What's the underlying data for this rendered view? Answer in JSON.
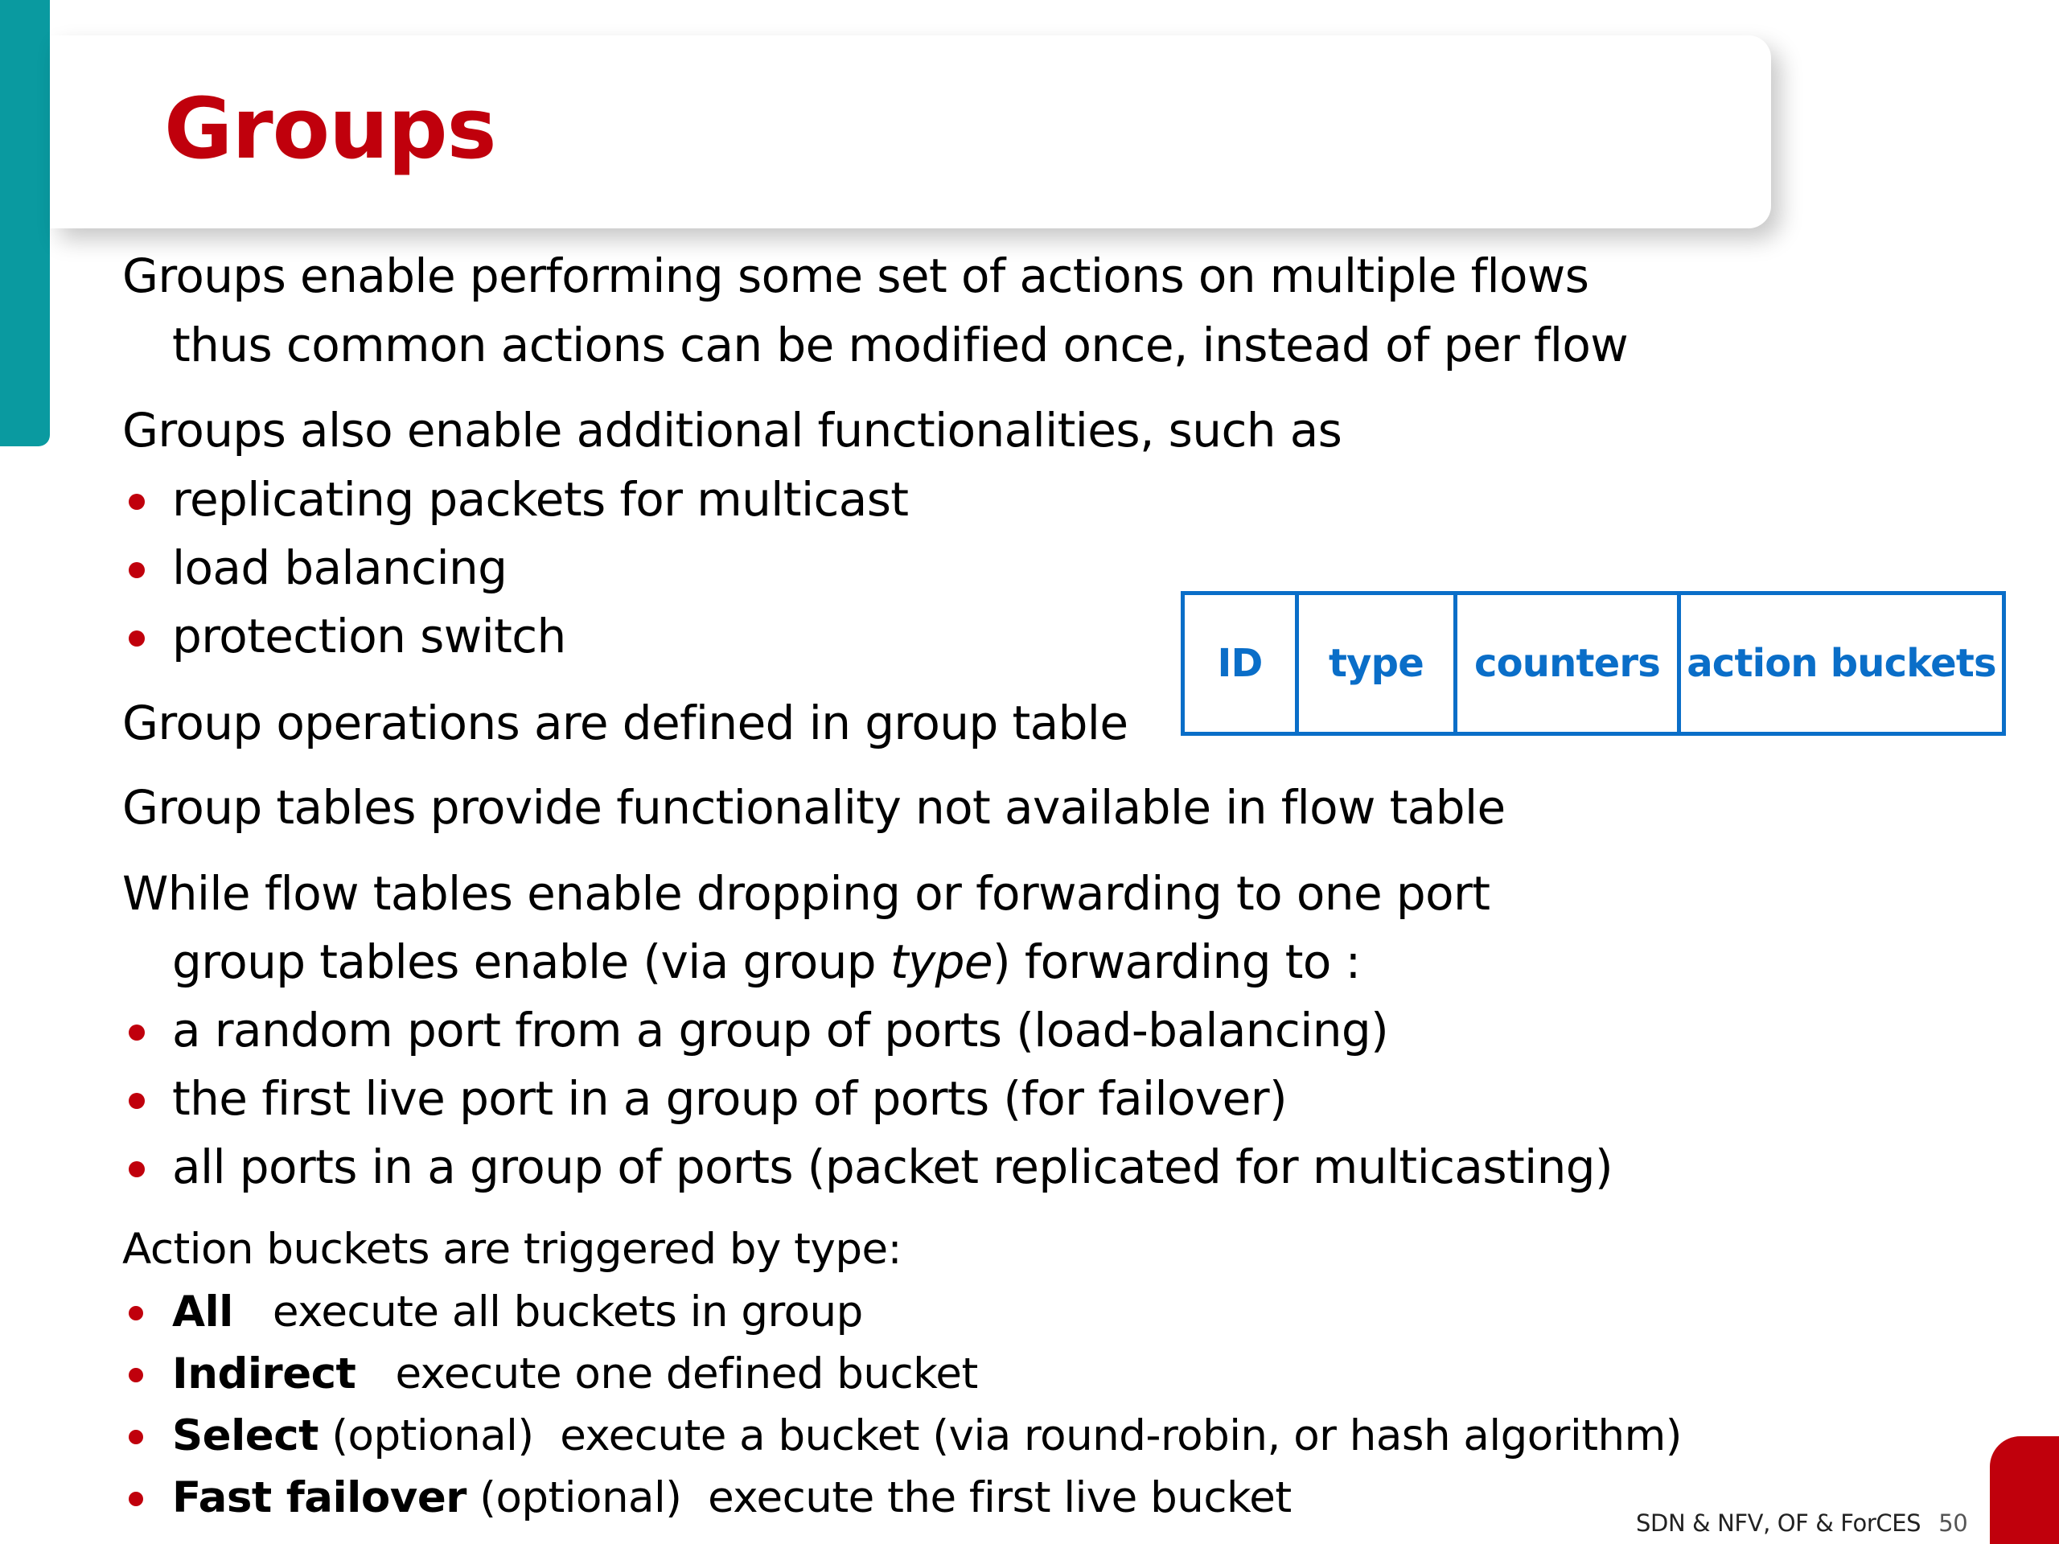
{
  "slide": {
    "title": "Groups",
    "paragraphs": {
      "p1_line1": "Groups enable performing some set of actions on multiple flows",
      "p1_line2": "thus common actions can be modified once, instead of per flow",
      "p2": "Groups also enable additional functionalities, such as",
      "p2_bullets": [
        "replicating packets for multicast",
        "load balancing",
        "protection switch"
      ],
      "p3": "Group operations are defined in group table",
      "p4": "Group tables provide functionality not available in flow table",
      "p5_line1": "While flow tables enable dropping or forwarding to one port",
      "p5_line2_pre": "group tables enable (via group ",
      "p5_line2_em": "type",
      "p5_line2_post": ") forwarding to :",
      "p5_bullets": [
        "a random port from a group of ports (load-balancing)",
        "the first live port in a group of ports (for failover)",
        "all ports in a group of ports (packet replicated for multicasting)"
      ],
      "p6": "Action buckets are triggered by type:",
      "p6_bullets": [
        {
          "term": "All",
          "optional": "",
          "desc": "execute all buckets in group"
        },
        {
          "term": "Indirect",
          "optional": "",
          "desc": "execute one defined bucket"
        },
        {
          "term": "Select",
          "optional": "(optional)",
          "desc": "execute a bucket (via round-robin, or hash algorithm)"
        },
        {
          "term": "Fast failover",
          "optional": "(optional)",
          "desc": "execute the first live bucket"
        }
      ]
    },
    "group_table": {
      "columns": [
        "ID",
        "type",
        "counters",
        "action buckets"
      ]
    },
    "footer": {
      "course": "SDN & NFV, OF & ForCES",
      "page_number": "50"
    }
  },
  "colors": {
    "title_red": "#c0000c",
    "accent_teal": "#0a9aa0",
    "table_blue": "#0a6ec8",
    "bullet_red": "#c0000c"
  }
}
